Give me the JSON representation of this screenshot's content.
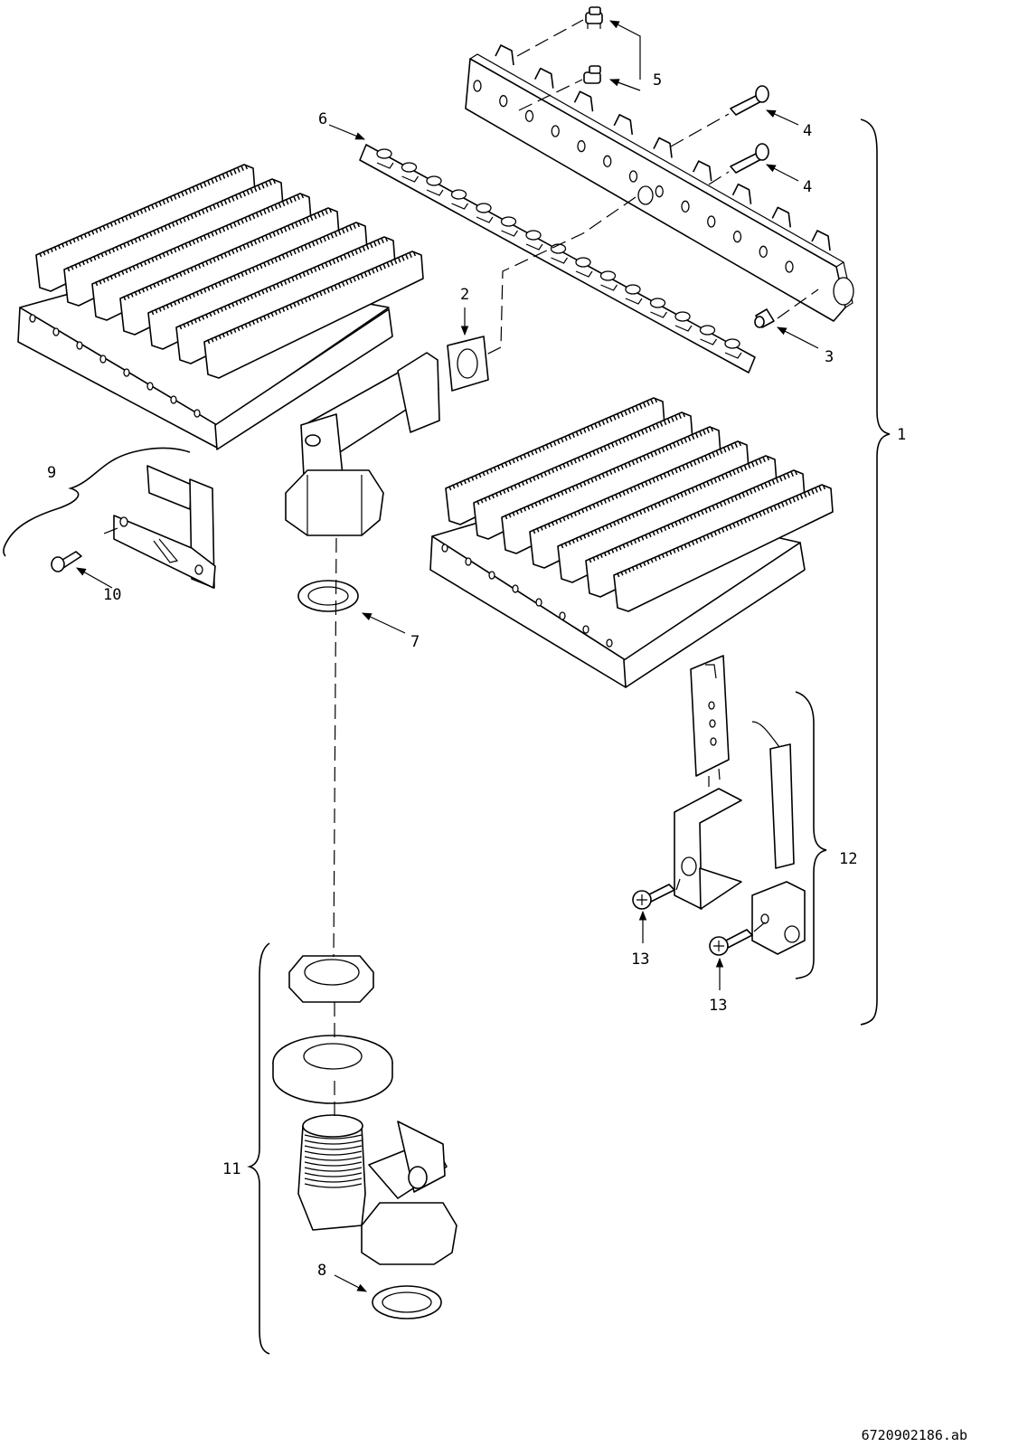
{
  "callouts": [
    {
      "id": "1",
      "text": "1"
    },
    {
      "id": "2",
      "text": "2"
    },
    {
      "id": "3",
      "text": "3"
    },
    {
      "id": "4a",
      "text": "4"
    },
    {
      "id": "4b",
      "text": "4"
    },
    {
      "id": "5",
      "text": "5"
    },
    {
      "id": "6",
      "text": "6"
    },
    {
      "id": "7",
      "text": "7"
    },
    {
      "id": "8",
      "text": "8"
    },
    {
      "id": "9",
      "text": "9"
    },
    {
      "id": "10",
      "text": "10"
    },
    {
      "id": "11",
      "text": "11"
    },
    {
      "id": "12",
      "text": "12"
    },
    {
      "id": "13a",
      "text": "13"
    },
    {
      "id": "13b",
      "text": "13"
    }
  ],
  "reference": "6720902186.ab"
}
